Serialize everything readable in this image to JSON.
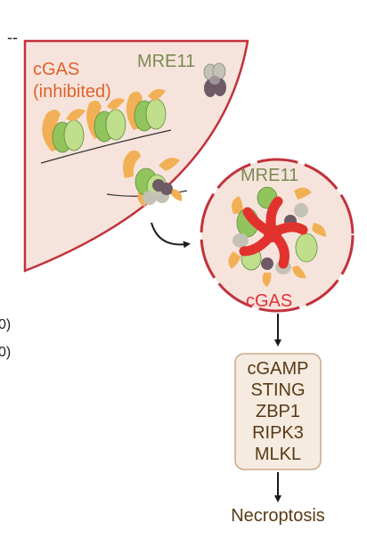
{
  "colors": {
    "wedge_fill": "#f6e4dc",
    "wedge_stroke": "#c2323c",
    "cgas_label": "#e2602a",
    "mre11_label": "#7a8a52",
    "orange_subunit": "#f2b056",
    "nucleosome_green": "#92c45e",
    "nucleosome_light": "#bfdf8c",
    "mre11_grey": "#c4c2b6",
    "mre11_dark": "#6e5a64",
    "cgas_red": "#e2322e",
    "brown_text": "#5a3a14",
    "box_fill": "#f6ebe1",
    "box_stroke": "#c8aa8a",
    "arrow": "#1a1a1a"
  },
  "wedge": {
    "cgas_line1": "cGAS",
    "cgas_line2": "(inhibited)",
    "mre11": "MRE11"
  },
  "circle": {
    "mre11": "MRE11",
    "cgas": "cGAS"
  },
  "pathway": [
    "cGAMP",
    "STING",
    "ZBP1",
    "RIPK3",
    "MLKL"
  ],
  "outcome": "Necroptosis",
  "clipped_left": {
    "dashes": "--",
    "line1": "0)",
    "line2": "0)"
  }
}
